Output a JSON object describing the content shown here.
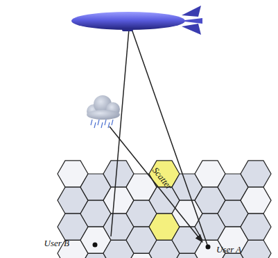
{
  "diagram": {
    "labels": [
      "User B",
      "User A",
      "Scatter"
    ]
  }
}
